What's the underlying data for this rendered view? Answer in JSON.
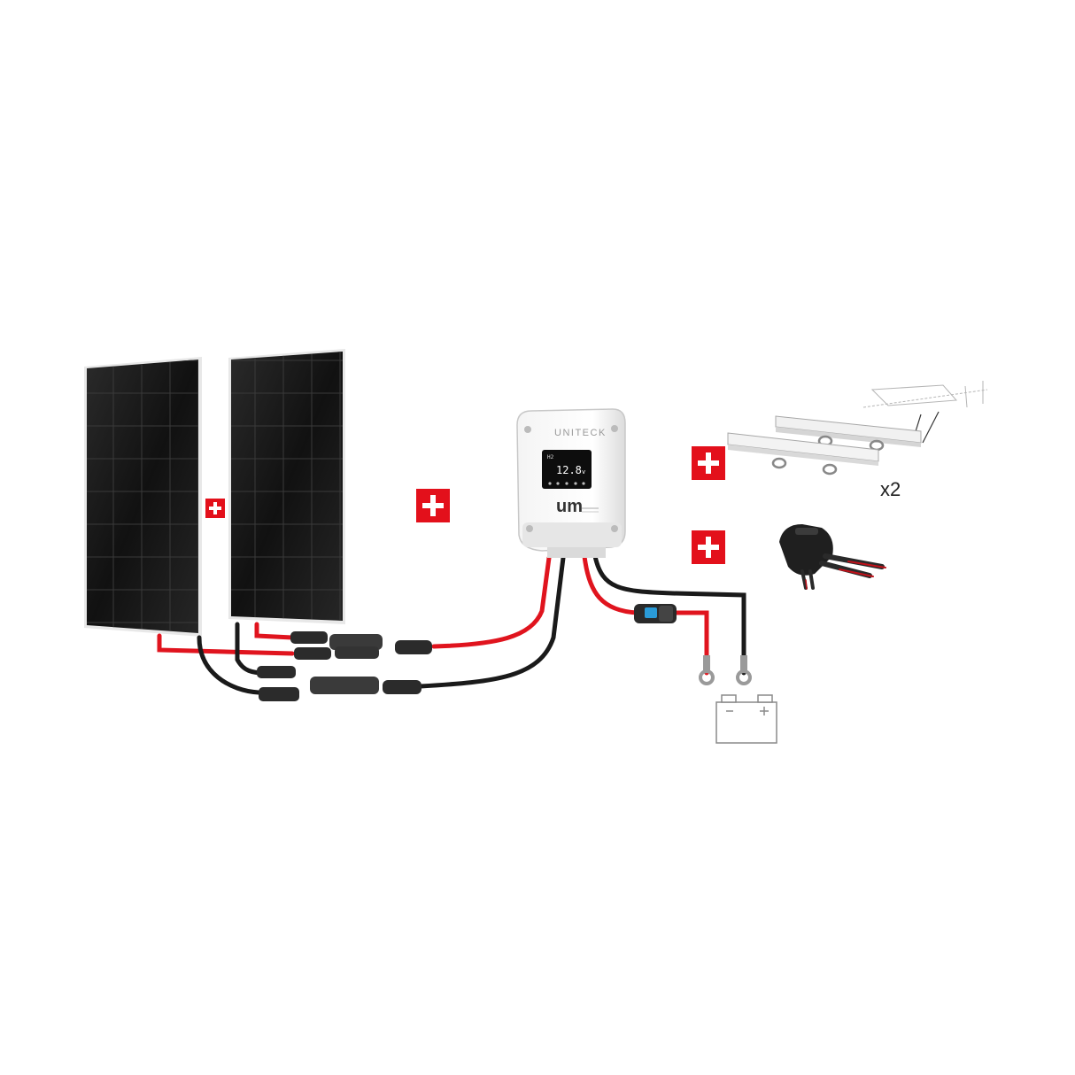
{
  "controller": {
    "brand": "UNITECK",
    "logo": "um",
    "display_value": "12.8",
    "display_unit": "v",
    "display_top_left": "H2"
  },
  "mounts": {
    "quantity_label": "x2"
  },
  "colors": {
    "plus_badge": "#e3101b",
    "positive_cable": "#e0141e",
    "negative_cable": "#1a1a1a",
    "panel": "#1c1c1c"
  },
  "icons": [
    "plus-badge-icon",
    "battery-icon",
    "ring-terminal-icon",
    "fuse-holder-icon",
    "cable-gland-icon"
  ]
}
